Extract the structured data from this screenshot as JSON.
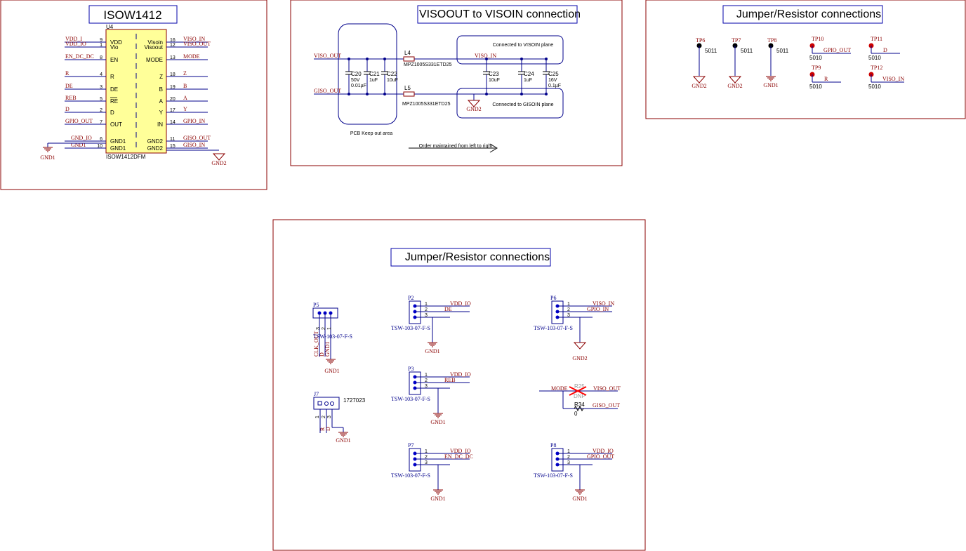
{
  "colors": {
    "frame": "#8b0000",
    "wire": "#00008b",
    "chip_fill": "#ffff99",
    "chip_border": "#8b0000",
    "pin_dot": "#0000cc",
    "testpoint_red": "#cc0000",
    "dnp_cross": "#ff0000"
  },
  "sheets": {
    "isow": {
      "title": "ISOW1412",
      "ref": "U4",
      "part": "ISOW1412DFM",
      "left_pins": [
        {
          "num": "9",
          "name": "VDD",
          "net": "VDD_I"
        },
        {
          "num": "1",
          "name": "Vio",
          "net": "VDD_IO"
        },
        {
          "num": "8",
          "name": "EN",
          "net": "EN_DC_DC"
        },
        {
          "num": "4",
          "name": "R",
          "net": "R"
        },
        {
          "num": "3",
          "name": "DE",
          "net": "DE"
        },
        {
          "num": "5",
          "name": "RE",
          "net": "REB"
        },
        {
          "num": "2",
          "name": "D",
          "net": "D"
        },
        {
          "num": "7",
          "name": "OUT",
          "net": "GPIO_OUT"
        },
        {
          "num": "6",
          "name": "GND1",
          "net": "GND_IO"
        },
        {
          "num": "10",
          "name": "GND1",
          "net": "GND1"
        }
      ],
      "right_pins": [
        {
          "num": "16",
          "name": "Visoin",
          "net": "VISO_IN"
        },
        {
          "num": "12",
          "name": "Visoout",
          "net": "VISO_OUT"
        },
        {
          "num": "13",
          "name": "MODE",
          "net": "MODE"
        },
        {
          "num": "18",
          "name": "Z",
          "net": "Z"
        },
        {
          "num": "19",
          "name": "B",
          "net": "B"
        },
        {
          "num": "20",
          "name": "A",
          "net": "A"
        },
        {
          "num": "17",
          "name": "Y",
          "net": "Y"
        },
        {
          "num": "14",
          "name": "IN",
          "net": "GPIO_IN"
        },
        {
          "num": "11",
          "name": "GND2",
          "net": "GISO_OUT"
        },
        {
          "num": "15",
          "name": "GND2",
          "net": "GISO_IN"
        }
      ],
      "gnd_left": "GND1",
      "gnd_right": "GND2"
    },
    "viso": {
      "title": "VISOOUT to VISOIN connection",
      "net_viso_out": "VISO_OUT",
      "net_giso_out": "GISO_OUT",
      "net_viso_in": "VISO_IN",
      "keepout": "PCB Keep out area",
      "visoin_plane": "Connected to VISOIN plane",
      "gisoin_plane": "Connected to GISOIN plane",
      "order": "Order maintained from left to right",
      "gnd2": "GND2",
      "caps": [
        {
          "ref": "C20",
          "v1": "50V",
          "v2": "0.01µF"
        },
        {
          "ref": "C21",
          "v1": "1uF",
          "v2": ""
        },
        {
          "ref": "C22",
          "v1": "10uF",
          "v2": ""
        },
        {
          "ref": "C23",
          "v1": "10uF",
          "v2": ""
        },
        {
          "ref": "C24",
          "v1": "1uF",
          "v2": ""
        },
        {
          "ref": "C25",
          "v1": "16V",
          "v2": "0.1µF"
        }
      ],
      "inductors": [
        {
          "ref": "L4",
          "part": "MPZ1005S331ETD25"
        },
        {
          "ref": "L5",
          "part": "MPZ1005S331ETD25"
        }
      ]
    },
    "testpoints": {
      "title": "Jumper/Resistor connections",
      "gnd_tps": [
        {
          "ref": "TP6",
          "part": "5011",
          "gnd": "GND2"
        },
        {
          "ref": "TP7",
          "part": "5011",
          "gnd": "GND2"
        },
        {
          "ref": "TP8",
          "part": "5011",
          "gnd": "GND1"
        }
      ],
      "sig_tps": [
        {
          "ref": "TP10",
          "part": "5010",
          "net": "GPIO_OUT"
        },
        {
          "ref": "TP11",
          "part": "5010",
          "net": "D"
        },
        {
          "ref": "TP9",
          "part": "5010",
          "net": "R"
        },
        {
          "ref": "TP12",
          "part": "5010",
          "net": "VISO_IN"
        }
      ]
    },
    "jumpers": {
      "title": "Jumper/Resistor connections",
      "p5": {
        "ref": "P5",
        "part": "TSW-103-07-F-S",
        "pins": [
          "3",
          "2",
          "1"
        ],
        "nets": [
          "CLK_OUT",
          "D",
          "GND1"
        ],
        "gnd": "GND1"
      },
      "j7": {
        "ref": "J7",
        "part": "1727023",
        "pins": [
          "1",
          "2",
          "3"
        ],
        "nets": [
          "R",
          "D"
        ],
        "gnd": "GND1"
      },
      "headers": [
        {
          "ref": "P2",
          "part": "TSW-103-07-F-S",
          "pins": [
            "1",
            "2",
            "3"
          ],
          "nets": [
            "VDD_IO",
            "DE"
          ],
          "gnd": "GND1"
        },
        {
          "ref": "P3",
          "part": "TSW-103-07-F-S",
          "pins": [
            "1",
            "2",
            "3"
          ],
          "nets": [
            "VDD_IO",
            "REB"
          ],
          "gnd": "GND1"
        },
        {
          "ref": "P7",
          "part": "TSW-103-07-F-S",
          "pins": [
            "1",
            "2",
            "3"
          ],
          "nets": [
            "VDD_IO",
            "EN_DC_DC"
          ],
          "gnd": "GND1"
        },
        {
          "ref": "P6",
          "part": "TSW-103-07-F-S",
          "pins": [
            "1",
            "2",
            "3"
          ],
          "nets": [
            "VISO_IN",
            "GPIO_IN"
          ],
          "gnd": "GND2"
        },
        {
          "ref": "P8",
          "part": "TSW-103-07-F-S",
          "pins": [
            "1",
            "2",
            "3"
          ],
          "nets": [
            "VDD_IO",
            "GPIO_OUT"
          ],
          "gnd": "GND1"
        }
      ],
      "r25": {
        "ref": "R25",
        "dnp": "DNP",
        "net_l": "MODE",
        "net_r": "VISO_OUT"
      },
      "r34": {
        "ref": "R34",
        "value": "0",
        "net_r": "GISO_OUT"
      }
    }
  }
}
